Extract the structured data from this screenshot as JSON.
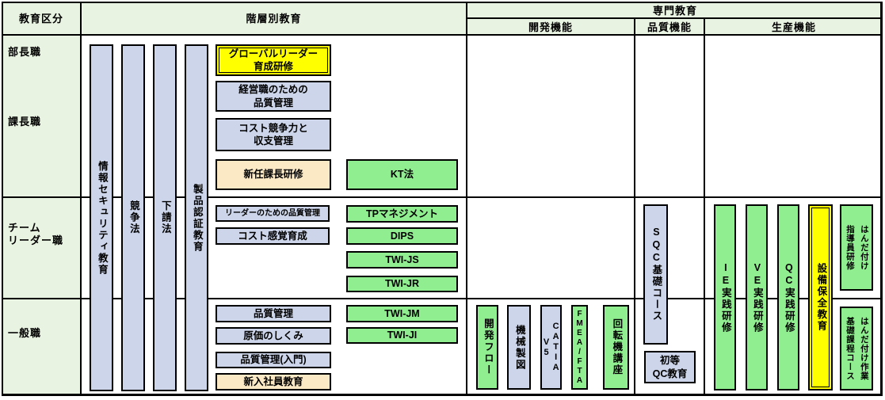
{
  "header": {
    "education_category": "教育区分",
    "hierarchical_education": "階層別教育",
    "specialized_education": "専門教育",
    "development_function": "開発機能",
    "quality_function": "品質機能",
    "production_function": "生産機能"
  },
  "row_labels": {
    "department_manager": "部長職",
    "section_manager": "課長職",
    "team_leader": "チーム\nリーダー職",
    "general_staff": "一般職"
  },
  "colors": {
    "header_green": "#e9f3e2",
    "lavender": "#ccd5ea",
    "green": "#90ee90",
    "yellow": "#ffff00",
    "cream": "#fbe9c6",
    "border": "#000000"
  },
  "hierarchical_bars": [
    {
      "id": "info-security",
      "label": "情報セキュリティ教育",
      "color": "lavender"
    },
    {
      "id": "competition-law",
      "label": "競争法",
      "color": "lavender"
    },
    {
      "id": "subcontract-law",
      "label": "下請法",
      "color": "lavender"
    },
    {
      "id": "product-certification",
      "label": "製品認証教育",
      "color": "lavender"
    }
  ],
  "hierarchical_courses": [
    {
      "id": "global-leader",
      "label": "グローバルリーダー\n育成研修",
      "color": "yellow"
    },
    {
      "id": "management-quality",
      "label": "経営職のための\n品質管理",
      "color": "lavender"
    },
    {
      "id": "cost-competitiveness",
      "label": "コスト競争力と\n収支管理",
      "color": "lavender"
    },
    {
      "id": "new-section-manager",
      "label": "新任課長研修",
      "color": "cream"
    },
    {
      "id": "kt-method",
      "label": "KT法",
      "color": "green"
    },
    {
      "id": "leader-quality",
      "label": "リーダーのための品質管理",
      "color": "lavender"
    },
    {
      "id": "cost-sense",
      "label": "コスト感覚育成",
      "color": "lavender"
    },
    {
      "id": "tp-management",
      "label": "TPマネジメント",
      "color": "green"
    },
    {
      "id": "dips",
      "label": "DIPS",
      "color": "green"
    },
    {
      "id": "twi-js",
      "label": "TWI-JS",
      "color": "green"
    },
    {
      "id": "twi-jr",
      "label": "TWI-JR",
      "color": "green"
    },
    {
      "id": "quality-control",
      "label": "品質管理",
      "color": "lavender"
    },
    {
      "id": "cost-structure",
      "label": "原価のしくみ",
      "color": "lavender"
    },
    {
      "id": "twi-jm",
      "label": "TWI-JM",
      "color": "green"
    },
    {
      "id": "twi-ji",
      "label": "TWI-JI",
      "color": "green"
    },
    {
      "id": "quality-control-intro",
      "label": "品質管理(入門)",
      "color": "lavender"
    },
    {
      "id": "new-employee",
      "label": "新入社員教育",
      "color": "cream"
    }
  ],
  "development_courses": [
    {
      "id": "dev-flow",
      "label": "開発フロー",
      "color": "green"
    },
    {
      "id": "mechanical-drafting",
      "label": "機械製図",
      "color": "lavender"
    },
    {
      "id": "catia-v5",
      "label": "CATIA V5",
      "color": "lavender"
    },
    {
      "id": "fmea-fta",
      "label": "FMEA/FTA",
      "color": "green"
    },
    {
      "id": "rotating-machine",
      "label": "回転機講座",
      "color": "green"
    }
  ],
  "quality_courses": [
    {
      "id": "sqc-basic",
      "label": "SQC基礎コース",
      "color": "lavender"
    },
    {
      "id": "elementary-qc",
      "label": "初等\nQC教育",
      "color": "lavender"
    }
  ],
  "production_courses": [
    {
      "id": "ie-practice",
      "label": "IE実践研修",
      "color": "green"
    },
    {
      "id": "ve-practice",
      "label": "VE実践研修",
      "color": "green"
    },
    {
      "id": "qc-practice",
      "label": "QC実践研修",
      "color": "green"
    },
    {
      "id": "equipment-maintenance",
      "label": "設備保全教育",
      "color": "yellow"
    },
    {
      "id": "soldering-instructor",
      "label": "はんだ付け\n指導員研修",
      "color": "green"
    },
    {
      "id": "soldering-basic-course",
      "label": "はんだ付け作業\n基礎課程コース",
      "color": "green"
    }
  ]
}
